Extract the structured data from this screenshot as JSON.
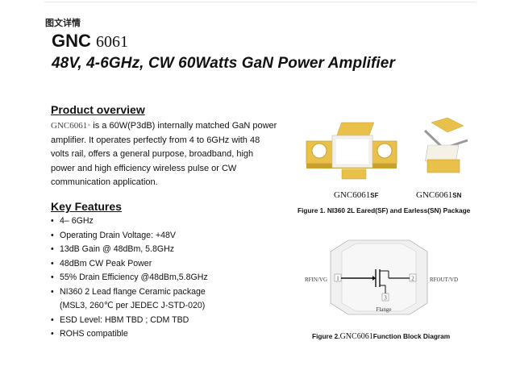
{
  "header": {
    "section_tag": "图文详情",
    "part_bold": "GNC",
    "part_number": "6061",
    "subtitle": "48V, 4-6GHz, CW 60Watts GaN Power Amplifier"
  },
  "overview": {
    "heading": "Product overview",
    "part_ref": "GNC6061",
    "part_ref_mark": "*",
    "text": " is a 60W(P3dB) internally matched GaN power amplifier. It operates perfectly from 4 to 6GHz with 48 volts rail, offers a general purpose, broadband, high power and high efficiency wireless pulse or CW communication application."
  },
  "features": {
    "heading": "Key Features",
    "items": [
      "4– 6GHz",
      "Operating Drain Voltage: +48V",
      "13dB Gain @ 48dBm, 5.8GHz",
      "48dBm CW Peak Power",
      "55% Drain Efficiency @48dBm,5.8GHz",
      "NI360 2 Lead flange Ceramic package",
      "(MSL3, 260℃   per JEDEC J-STD-020)",
      "ESD Level: HBM TBD ; CDM TBD",
      "ROHS compatible"
    ]
  },
  "figure1": {
    "label_sf_part": "GNC6061",
    "label_sf_suffix": "SF",
    "label_sn_part": "GNC6061",
    "label_sn_suffix": "SN",
    "caption": "Figure 1. NI360 2L Eared(SF) and Earless(SN) Package"
  },
  "figure2": {
    "pin1_label": "RFIN/VG",
    "pin1_num": "1",
    "pin2_label": "RFOUT/VD",
    "pin2_num": "2",
    "pin3_num": "3",
    "flange_label": "Flange",
    "caption_prefix": "Figure 2.",
    "caption_part": "GNC6061",
    "caption_suffix": "Function Block Diagram"
  },
  "colors": {
    "gold": "#e8c04a",
    "gold_dark": "#c9a02a",
    "ceramic": "#f4f1e6",
    "diagram_gray": "#f0f0f0"
  }
}
